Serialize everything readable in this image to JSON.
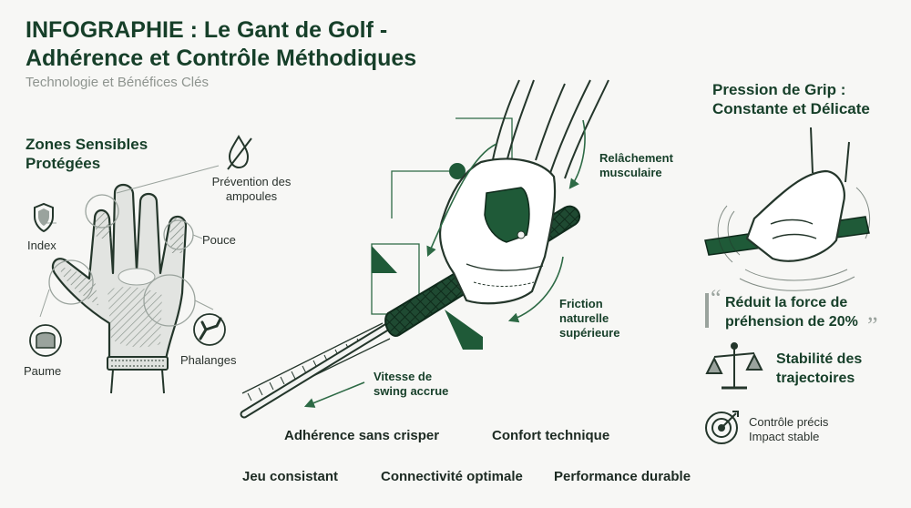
{
  "header": {
    "title": "INFOGRAPHIE : Le Gant de Golf - Adhérence et Contrôle Méthodiques",
    "subtitle": "Technologie et Bénéfices Clés"
  },
  "left": {
    "title": "Zones Sensibles Protégées",
    "prevention": "Prévention des ampoules",
    "index": "Index",
    "pouce": "Pouce",
    "paume": "Paume",
    "phalanges": "Phalanges"
  },
  "center": {
    "relachement": "Relâchement musculaire",
    "friction": "Friction naturelle supérieure",
    "vitesse": "Vitesse de swing accrue"
  },
  "right": {
    "title": "Pression de Grip : Constante et Délicate",
    "quote": "Réduit la force de préhension de 20%",
    "stabilite": "Stabilité des trajectoires",
    "controle_line1": "Contrôle précis",
    "controle_line2": "Impact stable"
  },
  "bottom": {
    "adherence": "Adhérence sans crisper",
    "confort": "Confort technique",
    "jeu": "Jeu consistant",
    "connectivite": "Connectivité optimale",
    "performance": "Performance durable"
  },
  "colors": {
    "primary": "#163f29",
    "accent": "#2d6a45",
    "muted": "#8e948f",
    "background": "#f7f7f5"
  }
}
